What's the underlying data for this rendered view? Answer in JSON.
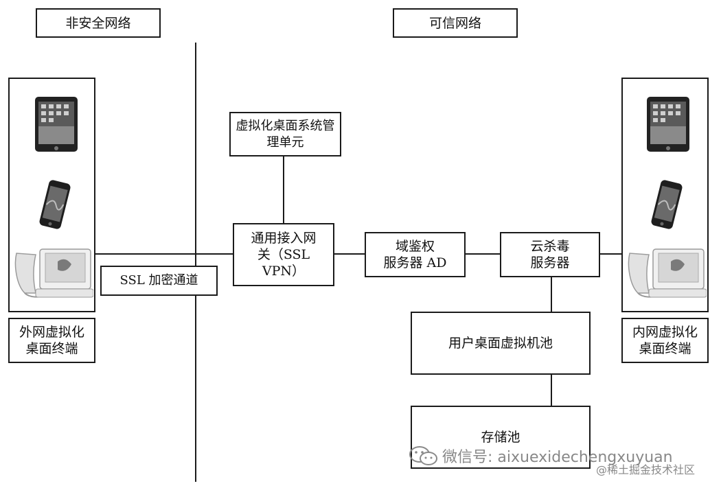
{
  "zones": {
    "untrusted": "非安全网络",
    "trusted": "可信网络"
  },
  "nodes": {
    "management": "虚拟化桌面系统管理单元",
    "gateway": "通用接入网\n关（SSL\nVPN）",
    "ad_server": "域鉴权\n服务器 AD",
    "antivirus": "云杀毒\n服务器",
    "desktop_pool": "用户桌面虚拟机池",
    "storage_pool": "存储池",
    "ssl_tunnel": "SSL 加密通道",
    "external_terminals": "外网虚拟化\n桌面终端",
    "internal_terminals": "内网虚拟化\n桌面终端"
  },
  "devices": [
    "tablet-icon",
    "smartphone-icon",
    "video-phone-icon"
  ],
  "watermark": {
    "wechat": "微信号: aixuexidechengxuyuan",
    "community": "@稀土掘金技术社区"
  }
}
